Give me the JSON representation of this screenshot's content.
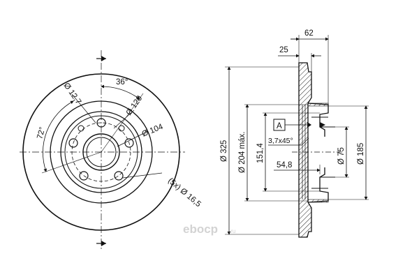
{
  "front_view": {
    "angle_36": "36°",
    "angle_72": "72°",
    "hole_dia": "Ø 12,7",
    "pcd": "Ø 120",
    "bore": "Ø 104",
    "bolt_holes": "(5x) Ø 16,5"
  },
  "section_view": {
    "width_62": "62",
    "width_25": "25",
    "dia_325": "Ø 325",
    "dia_204": "Ø 204 máx.",
    "dim_151": "151,4",
    "datum": "A",
    "chamfer": "3,7x45°",
    "dim_54": "54,8",
    "dia_75": "Ø 75",
    "dia_185": "Ø 185"
  },
  "watermark": {
    "brand": "ebocp",
    "tld": ".ru"
  }
}
